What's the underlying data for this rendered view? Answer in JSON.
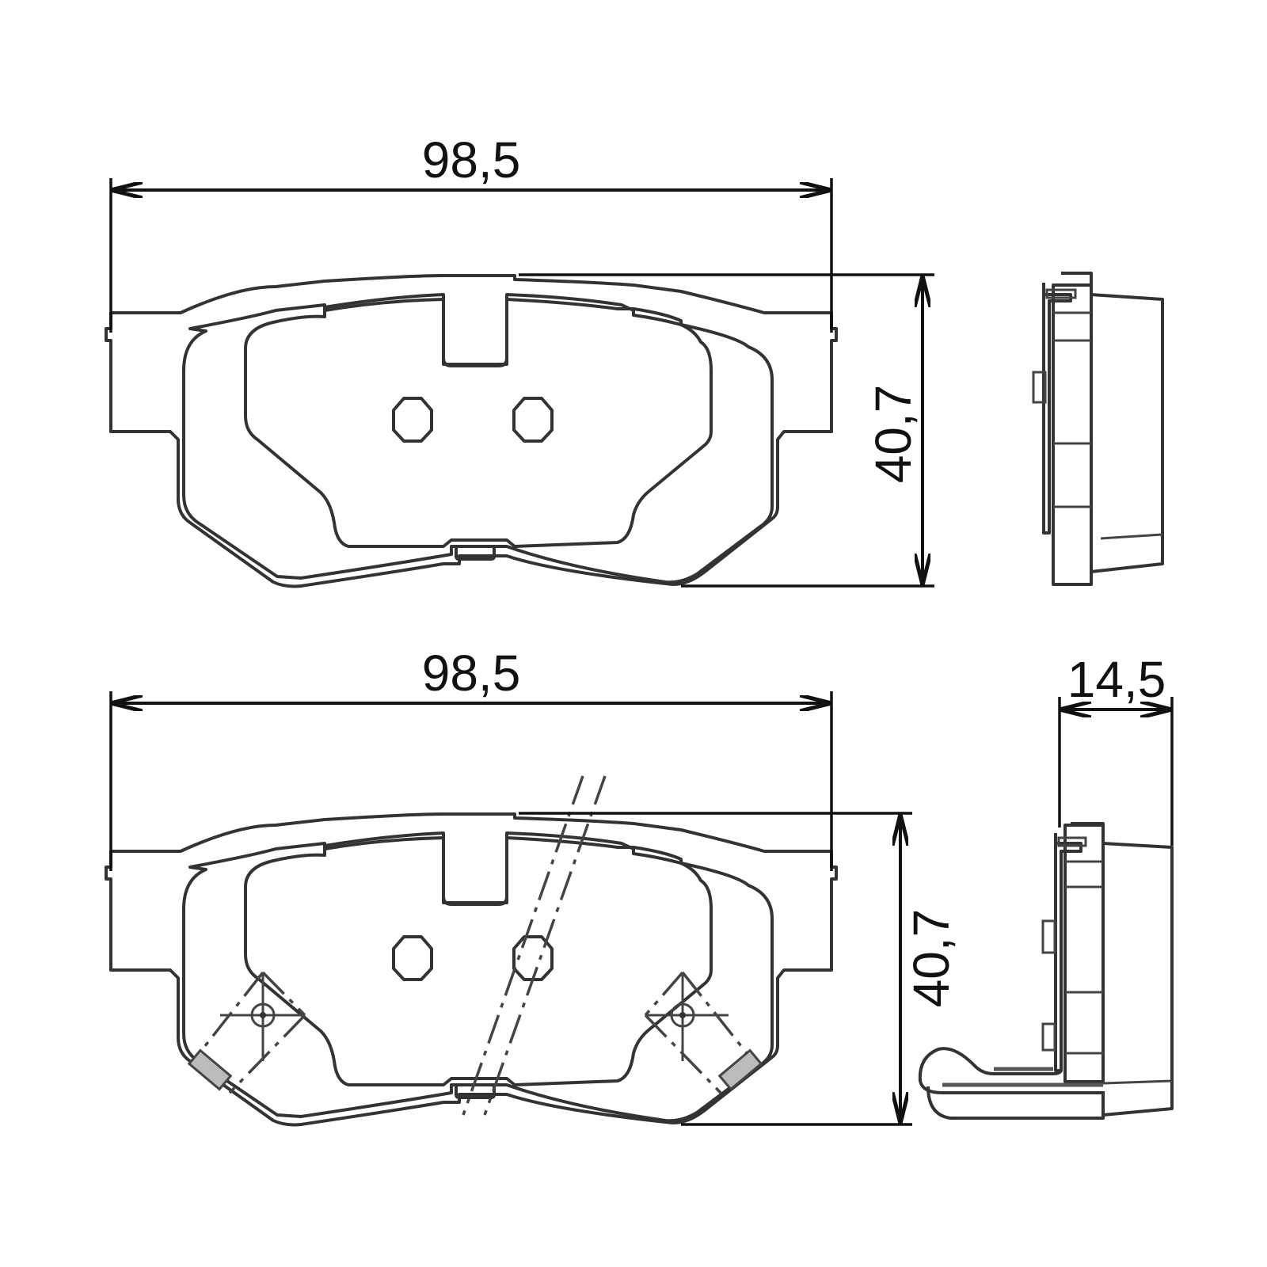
{
  "drawing": {
    "subject": "Brake pad set technical drawing",
    "line_color": "#333333",
    "background": "#ffffff"
  },
  "top_view": {
    "width_dim": "98,5",
    "height_dim": "40,7"
  },
  "bottom_view": {
    "width_dim": "98,5",
    "height_dim": "40,7",
    "wear_indicator": true
  },
  "side_view": {
    "thickness_dim": "14,5"
  }
}
